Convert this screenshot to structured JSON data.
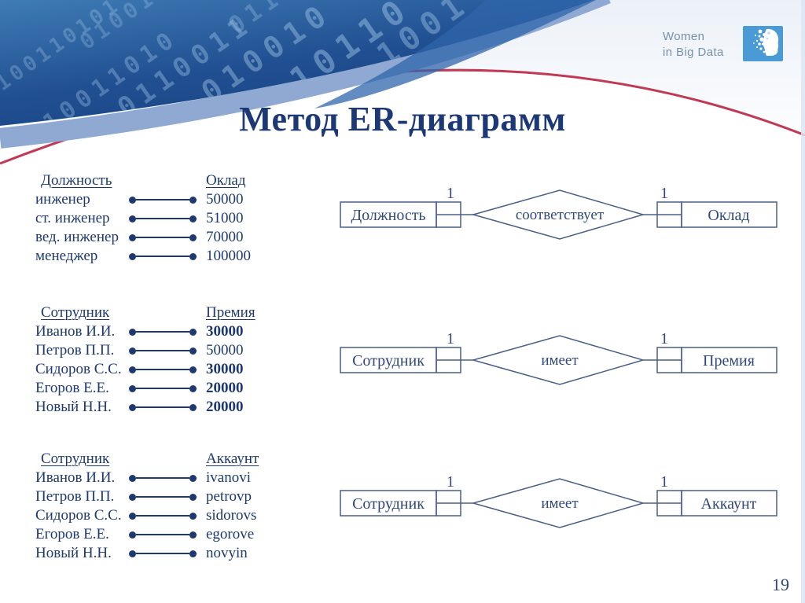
{
  "slide": {
    "title": "Метод ER-диаграмм",
    "page_number": "19"
  },
  "logo": {
    "line1": "Women",
    "line2": "in Big Data",
    "icon": "women-in-big-data-face-logo"
  },
  "colors": {
    "navy_text": "#1d3970",
    "diagram_stroke": "#4a5f86",
    "banner_dark": "#16407f",
    "banner_light_band": "#8fa9d3",
    "red_curve": "#c13a55",
    "logo_square": "#4a9ad6"
  },
  "banner": {
    "binary": [
      "0100110101",
      "10011010",
      "0110011",
      "010010",
      "10110",
      "0100110",
      "011010",
      "1001"
    ]
  },
  "mappings": [
    {
      "left_header": "Должность",
      "right_header": "Оклад",
      "rows": [
        {
          "left": "инженер",
          "right": "50000"
        },
        {
          "left": "ст. инженер",
          "right": "51000"
        },
        {
          "left": "вед. инженер",
          "right": "70000"
        },
        {
          "left": "менеджер",
          "right": "100000"
        }
      ]
    },
    {
      "left_header": "Сотрудник",
      "right_header": "Премия",
      "rows": [
        {
          "left": "Иванов И.И.",
          "right": "30000",
          "bold": true
        },
        {
          "left": "Петров П.П.",
          "right": "50000",
          "bold": false
        },
        {
          "left": "Сидоров С.С.",
          "right": "30000",
          "bold": true
        },
        {
          "left": "Егоров Е.Е.",
          "right": "20000",
          "bold": true
        },
        {
          "left": "Новый Н.Н.",
          "right": "20000",
          "bold": true
        }
      ]
    },
    {
      "left_header": "Сотрудник",
      "right_header": "Аккаунт",
      "rows": [
        {
          "left": "Иванов И.И.",
          "right": "ivanovi"
        },
        {
          "left": "Петров П.П.",
          "right": "petrovp"
        },
        {
          "left": "Сидоров С.С.",
          "right": "sidorovs"
        },
        {
          "left": "Егоров Е.Е.",
          "right": "egorove"
        },
        {
          "left": "Новый Н.Н.",
          "right": "novyin"
        }
      ]
    }
  ],
  "er_diagrams": [
    {
      "left_entity": "Должность",
      "left_cardinality": "1",
      "relationship": "соответствует",
      "right_cardinality": "1",
      "right_entity": "Оклад"
    },
    {
      "left_entity": "Сотрудник",
      "left_cardinality": "1",
      "relationship": "имеет",
      "right_cardinality": "1",
      "right_entity": "Премия"
    },
    {
      "left_entity": "Сотрудник",
      "left_cardinality": "1",
      "relationship": "имеет",
      "right_cardinality": "1",
      "right_entity": "Аккаунт"
    }
  ]
}
